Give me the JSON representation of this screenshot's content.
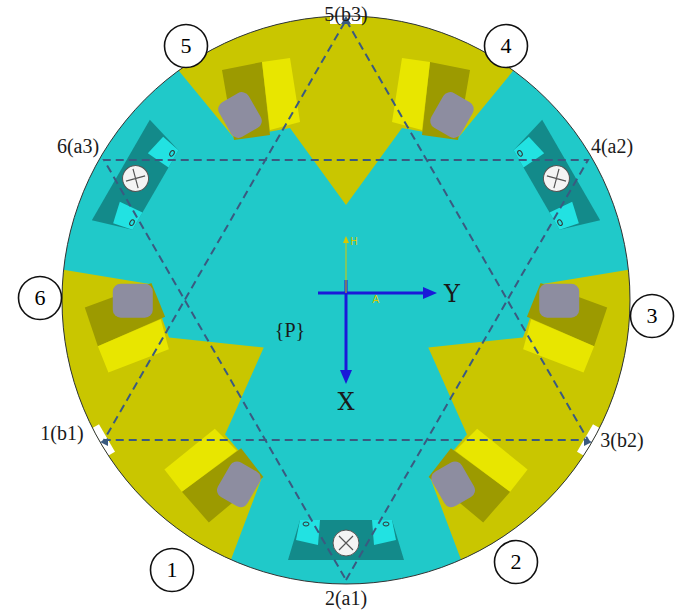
{
  "diagram": {
    "nodes": [
      {
        "text": [
          "5"
        ]
      },
      {
        "text": [
          "4"
        ]
      },
      {
        "text": [
          "6"
        ]
      },
      {
        "text": [
          "3"
        ]
      },
      {
        "text": [
          "1"
        ]
      },
      {
        "text": [
          "2"
        ]
      }
    ],
    "labels": [
      "5(b3)",
      "4(a2)",
      "6(a3)",
      "1(b1)",
      "3(b2)",
      "2(a1)",
      "{P}",
      "Y",
      "X",
      "H",
      "A"
    ]
  }
}
